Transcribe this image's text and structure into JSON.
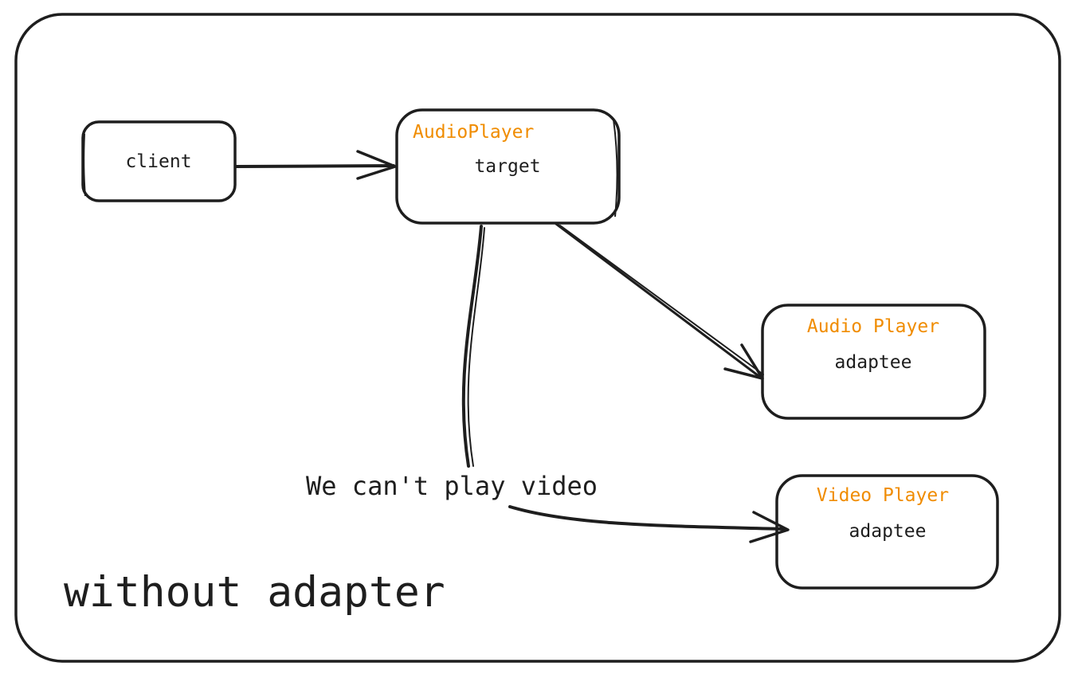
{
  "colors": {
    "stroke": "#1e1e1e",
    "accent": "#f08c00",
    "text": "#1e1e1e",
    "background": "#ffffff"
  },
  "frame": {
    "title": "without adapter"
  },
  "nodes": {
    "client": {
      "label": "client"
    },
    "target": {
      "title": "AudioPlayer",
      "role": "target"
    },
    "audio_adaptee": {
      "title": "Audio Player",
      "role": "adaptee"
    },
    "video_adaptee": {
      "title": "Video Player",
      "role": "adaptee"
    }
  },
  "edges": {
    "target_to_video_label": "We can't play video"
  }
}
